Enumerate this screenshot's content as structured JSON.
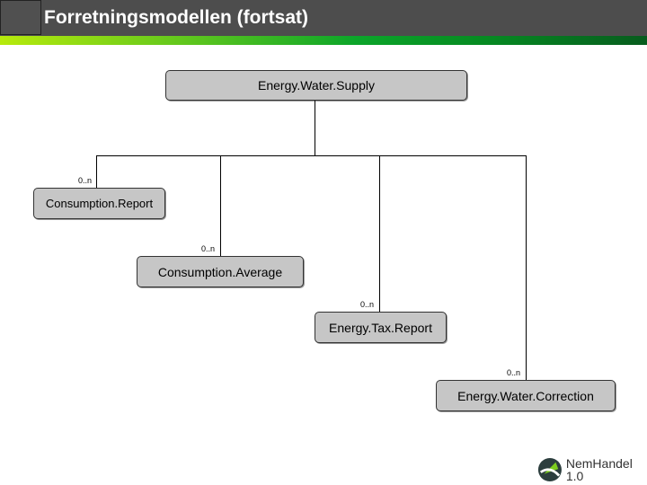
{
  "header": {
    "title": "Forretningsmodellen (fortsat)"
  },
  "diagram": {
    "root": "Energy.Water.Supply",
    "children": [
      {
        "label": "Consumption.Report",
        "multiplicity": "0..n"
      },
      {
        "label": "Consumption.Average",
        "multiplicity": "0..n"
      },
      {
        "label": "Energy.Tax.Report",
        "multiplicity": "0..n"
      },
      {
        "label": "Energy.Water.Correction",
        "multiplicity": "0..n"
      }
    ]
  },
  "logo": {
    "name": "NemHandel 1.0"
  }
}
